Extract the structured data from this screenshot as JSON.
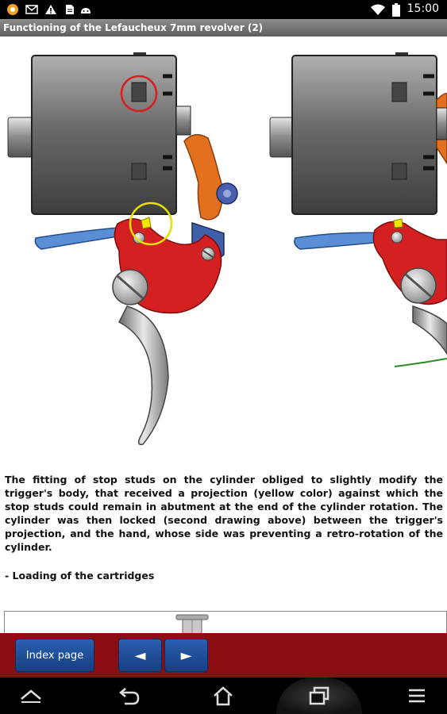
{
  "status_bar": {
    "time": "15:00",
    "icons": [
      "app-notification-icon",
      "mail-icon",
      "warning-icon",
      "file-icon",
      "android-icon",
      "wifi-icon",
      "battery-icon"
    ]
  },
  "title_bar": {
    "title": "Functioning of the Lefaucheux 7mm revolver (2)"
  },
  "content": {
    "paragraph": "The fitting of stop studs on the cylinder obliged to slightly modify the trigger's body, that received a projection (yellow color) against which the stop studs could remain in abutment at the end of the cylinder rotation. The cylinder was then locked (second drawing above) between the trigger's projection, and the hand, whose side was preventing a retro-rotation of the cylinder.",
    "section_heading": "- Loading of the cartridges"
  },
  "nav": {
    "index_label": "Index page",
    "prev_symbol": "◄",
    "next_symbol": "►"
  },
  "colors": {
    "nav_background": "#8b0d12",
    "button_blue": "#1f4f9c",
    "trigger_red": "#d42020",
    "hand_orange": "#e2701e",
    "spring_blue": "#5a8fd6",
    "projection_yellow": "#f2e600"
  },
  "system_bar": {
    "icons": [
      "chevron-up-icon",
      "back-icon",
      "home-icon",
      "recent-apps-icon",
      "menu-icon"
    ]
  }
}
